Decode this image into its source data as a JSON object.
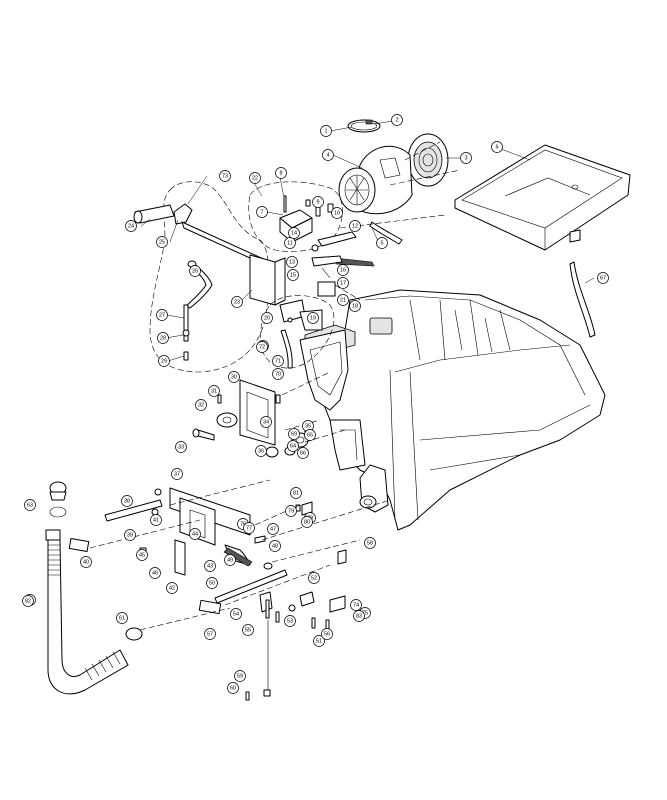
{
  "diagram": {
    "title": "",
    "callout_labels": {
      "c1": "1",
      "c2": "2",
      "c3": "3",
      "c4": "4",
      "c5": "5",
      "c6": "6",
      "c7": "7",
      "c8": "8",
      "c9": "9",
      "c10": "10",
      "c11": "11",
      "c12": "12",
      "c13": "13",
      "c14": "14",
      "c15": "15",
      "c16": "16",
      "c17": "17",
      "c18": "18",
      "c19": "19",
      "c20": "20",
      "c21": "21",
      "c22": "22",
      "c23": "23",
      "c24": "24",
      "c25": "25",
      "c26": "26",
      "c27": "27",
      "c28": "28",
      "c29": "29",
      "c30": "30",
      "c31": "31",
      "c32": "32",
      "c33": "33",
      "c34": "34",
      "c35": "35",
      "c36": "36",
      "c37": "37",
      "c38": "38",
      "c39": "39",
      "c40": "40",
      "c41": "41",
      "c42": "42",
      "c43": "43",
      "c44": "44",
      "c45": "45",
      "c46": "46",
      "c47": "47",
      "c48": "48",
      "c49": "49",
      "c50": "50",
      "c51": "51",
      "c52": "52",
      "c53": "53",
      "c54": "54",
      "c55": "55",
      "c56": "56",
      "c57": "57",
      "c58": "58",
      "c59": "59",
      "c60": "60",
      "c61": "61",
      "c62": "62",
      "c63": "63",
      "c64": "64",
      "c65": "65",
      "c66": "66",
      "c67": "67",
      "c68": "68",
      "c69": "69",
      "c70": "70",
      "c71": "71",
      "c72": "72",
      "c73": "73",
      "c74": "74",
      "c75": "75",
      "c76": "76",
      "c77": "77",
      "c78": "78",
      "c79": "79",
      "c80": "80",
      "c81": "81",
      "c82": "82",
      "c83": "83"
    }
  }
}
